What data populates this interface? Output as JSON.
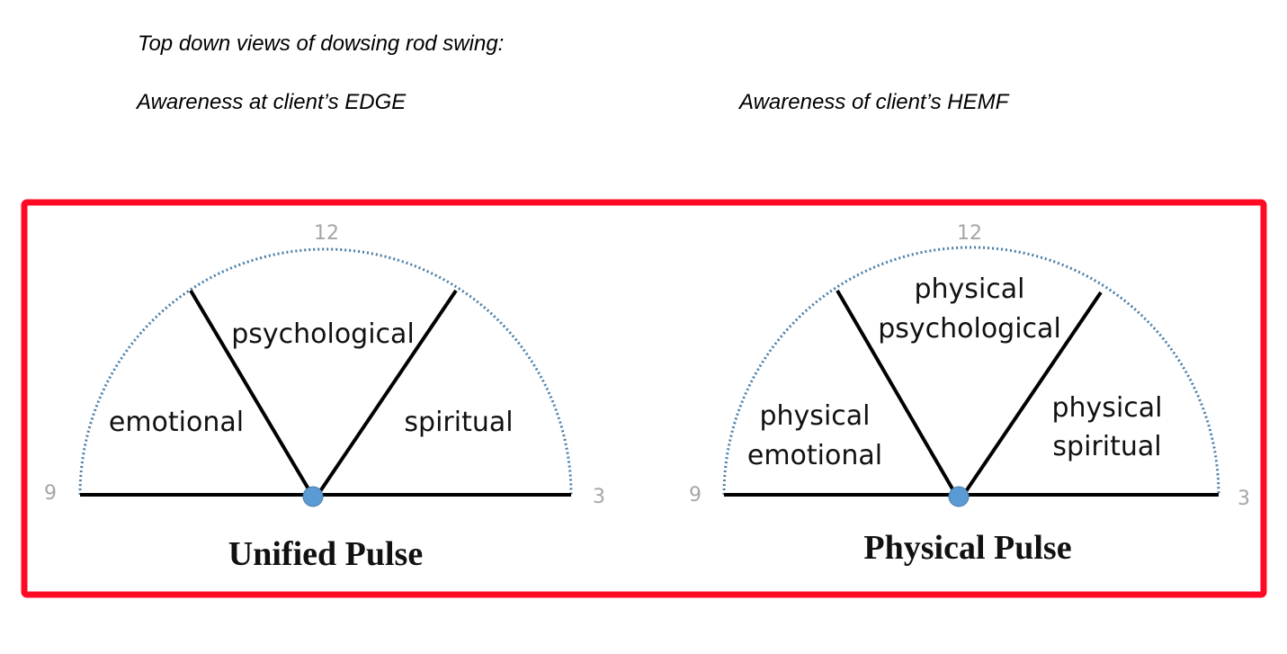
{
  "header": {
    "title": "Top down views of dowsing rod swing:",
    "left_caption": "Awareness at client’s EDGE",
    "right_caption": "Awareness of client’s HEMF"
  },
  "colors": {
    "frame": "#ff0a25",
    "arc": "#4a7ea8",
    "pivot": "#5b9bd5",
    "lines": "#000000",
    "clock_labels": "#a6a6a6"
  },
  "diagrams": [
    {
      "title": "Unified Pulse",
      "clock": {
        "top": "12",
        "left": "9",
        "right": "3"
      },
      "segments": {
        "left": [
          "emotional"
        ],
        "center": [
          "psychological"
        ],
        "right": [
          "spiritual"
        ]
      }
    },
    {
      "title": "Physical Pulse",
      "clock": {
        "top": "12",
        "left": "9",
        "right": "3"
      },
      "segments": {
        "left": [
          "physical",
          "emotional"
        ],
        "center": [
          "physical",
          "psychological"
        ],
        "right": [
          "physical",
          "spiritual"
        ]
      }
    }
  ]
}
